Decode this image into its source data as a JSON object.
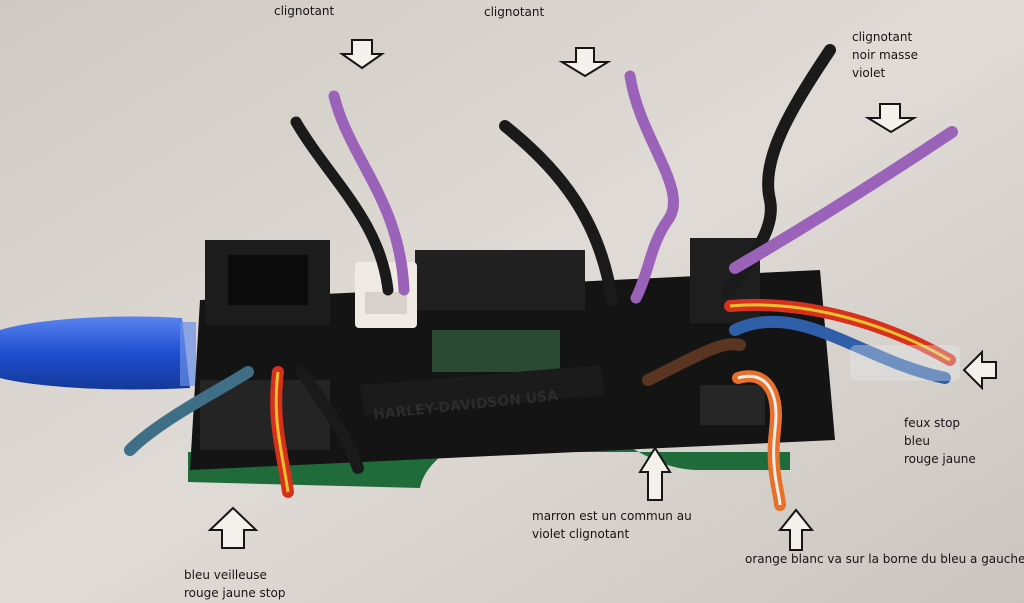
{
  "labels": {
    "top_left": "clignotant",
    "top_middle": "clignotant",
    "top_right": [
      "clignotant",
      "noir masse",
      "violet"
    ],
    "right_side": [
      "feux stop",
      "bleu",
      "rouge jaune"
    ],
    "bottom_left": [
      "bleu veilleuse",
      "rouge jaune stop"
    ],
    "bottom_middle": [
      "marron est un commun au",
      "violet clignotant"
    ],
    "bottom_right": "orange  blanc va sur la borne du bleu a gauche"
  },
  "board": {
    "housing_marking": "HARLEY-DAVIDSON USA"
  },
  "colors": {
    "background": "#d9d4cf",
    "housing": "#141414",
    "pcb": "#1f6b3a",
    "pen": "#1f4fcf",
    "wire_black": "#1a1a1a",
    "wire_violet": "#9a62b8",
    "wire_blue": "#2f5fa8",
    "wire_teal": "#3f6f86",
    "wire_red": "#d8301f",
    "wire_yellow": "#e8c22a",
    "wire_brown": "#5a3622",
    "wire_orange": "#e8702a",
    "connector_white": "#efeae4"
  }
}
